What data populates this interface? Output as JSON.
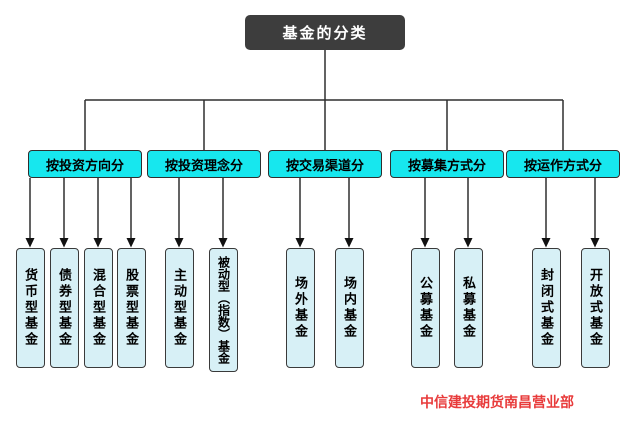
{
  "tree": {
    "root": "基金的分类",
    "categories": [
      {
        "label": "按投资方向分",
        "children": [
          "货币型基金",
          "债券型基金",
          "混合型基金",
          "股票型基金"
        ]
      },
      {
        "label": "按投资理念分",
        "children": [
          "主动型基金",
          "被动型（指数）基金"
        ]
      },
      {
        "label": "按交易渠道分",
        "children": [
          "场外基金",
          "场内基金"
        ]
      },
      {
        "label": "按募集方式分",
        "children": [
          "公募基金",
          "私募基金"
        ]
      },
      {
        "label": "按运作方式分",
        "children": [
          "封闭式基金",
          "开放式基金"
        ]
      }
    ]
  },
  "footer": {
    "watermark": "中信建投期货南昌营业部"
  },
  "colors": {
    "root_bg": "#3d3d3d",
    "root_text": "#ffffff",
    "category_bg": "#17e7ee",
    "leaf_bg": "#d7f0f6",
    "line": "#2f2f2f",
    "watermark": "#e83b3b"
  }
}
